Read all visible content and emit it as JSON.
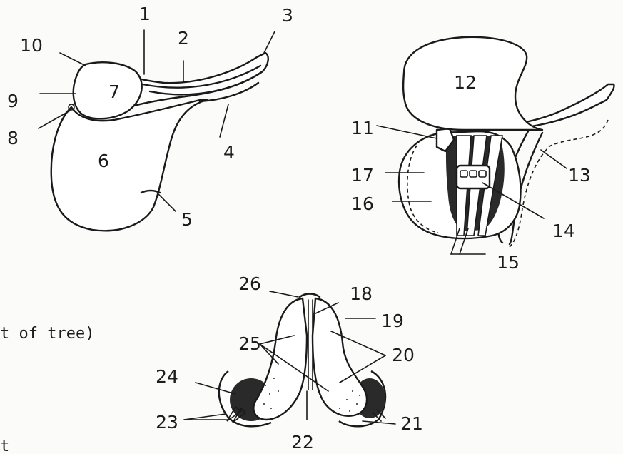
{
  "labels": [
    "1",
    "2",
    "3",
    "4",
    "5",
    "6",
    "7",
    "8",
    "9",
    "10",
    "11",
    "12",
    "13",
    "14",
    "15",
    "16",
    "17",
    "18",
    "19",
    "20",
    "21",
    "22",
    "23",
    "24",
    "25",
    "26"
  ],
  "partial_text": {
    "left_caption": "t of tree)",
    "bottom_left": "t"
  }
}
